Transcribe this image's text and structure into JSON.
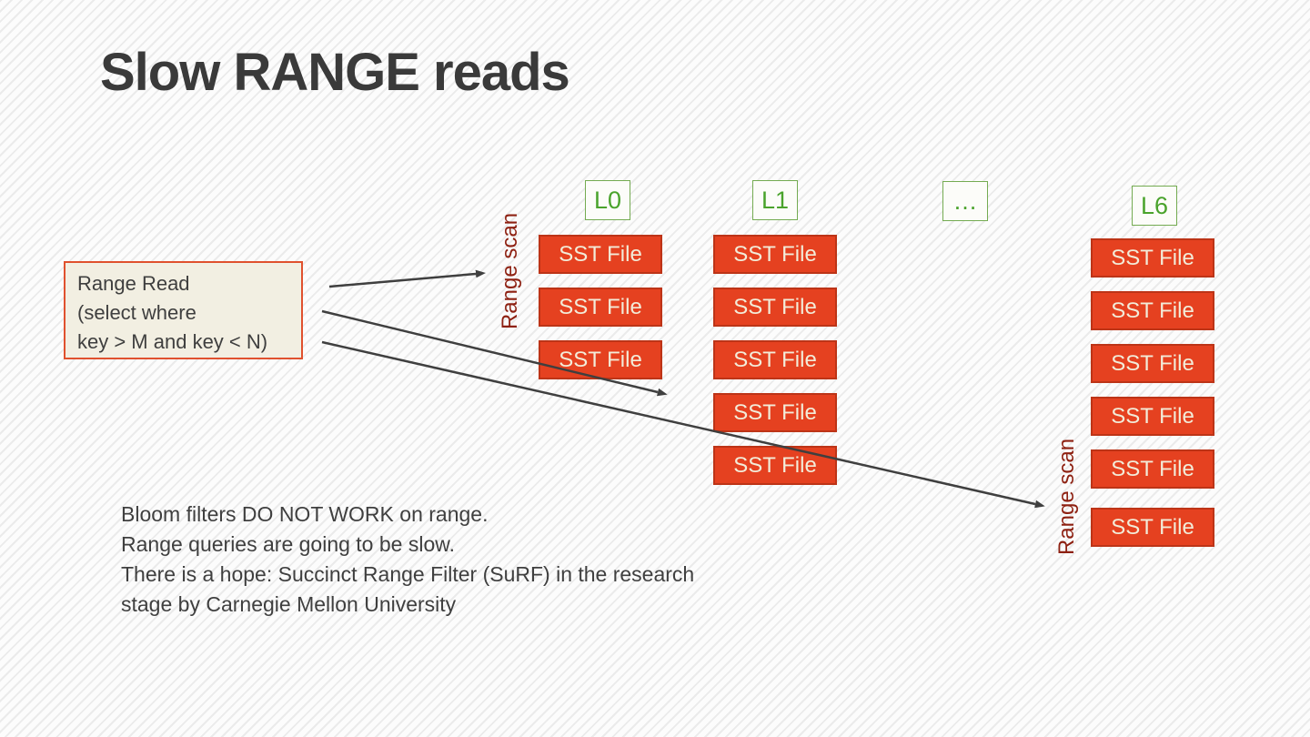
{
  "slide": {
    "title": "Slow RANGE reads"
  },
  "callout": {
    "lines": [
      "Range Read",
      "(select where",
      "key > M and key < N)"
    ]
  },
  "labels": {
    "sst_file": "SST File",
    "range_scan": "Range scan"
  },
  "diagram": {
    "columns": [
      {
        "label": "L0",
        "sst_file_count": 3,
        "has_range_scan_label": true
      },
      {
        "label": "L1",
        "sst_file_count": 5,
        "has_range_scan_label": false
      },
      {
        "label": "…",
        "sst_file_count": 0,
        "has_range_scan_label": false
      },
      {
        "label": "L6",
        "sst_file_count": 6,
        "has_range_scan_label": true
      }
    ],
    "arrows": [
      {
        "from": "range-read-callout",
        "to": "L0-range-scan"
      },
      {
        "from": "range-read-callout",
        "to": "between-L0-and-L1-files"
      },
      {
        "from": "range-read-callout",
        "to": "L6-range-scan"
      }
    ]
  },
  "notes": {
    "lines": [
      "Bloom filters DO NOT WORK on range.",
      "Range queries are going to be slow.",
      "There is a hope: Succinct Range Filter (SuRF) in the research",
      "stage by Carnegie Mellon University"
    ]
  },
  "colors": {
    "sst_fill": "#e54120",
    "sst_border": "#bd3417",
    "sst_text": "#f2ecd9",
    "level_text": "#4aa32c",
    "level_border": "#74ab51",
    "callout_fill": "#f2efe2",
    "callout_border": "#e0512e",
    "range_scan_text": "#8e2112",
    "arrow": "#3f3f3f",
    "title_text": "#3a3a3a",
    "body_text": "#3f3f3f",
    "background_stripe": "#ebebeb"
  }
}
